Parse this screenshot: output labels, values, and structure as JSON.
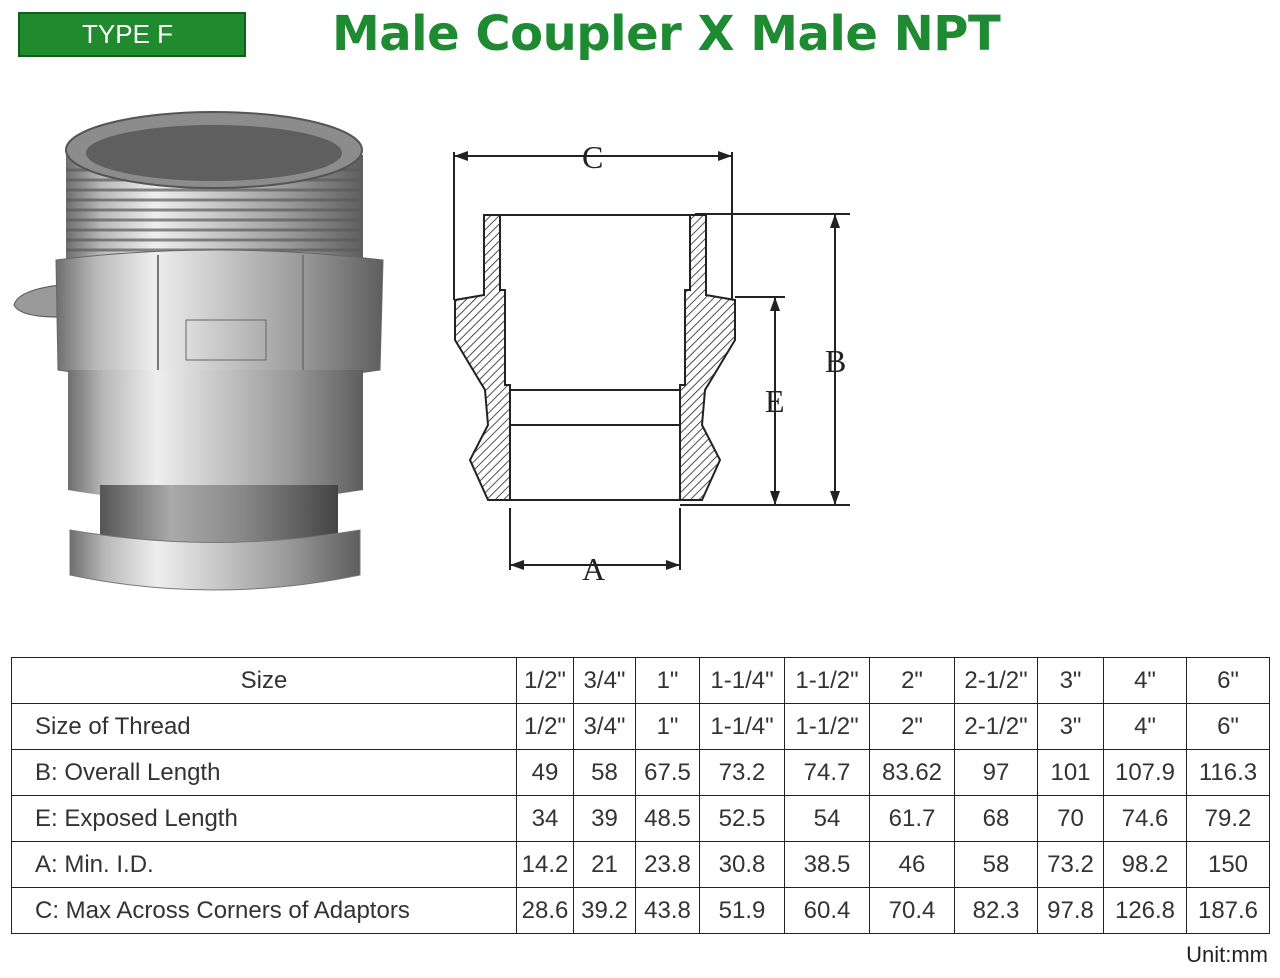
{
  "header": {
    "badge": "TYPE F",
    "title": "Male Coupler X Male NPT"
  },
  "diagram": {
    "labels": {
      "c": "C",
      "b": "B",
      "e": "E",
      "a": "A"
    }
  },
  "table": {
    "rows": [
      {
        "label": "Size",
        "values": [
          "1/2\"",
          "3/4\"",
          "1\"",
          "1-1/4\"",
          "1-1/2\"",
          "2\"",
          "2-1/2\"",
          "3\"",
          "4\"",
          "6\""
        ]
      },
      {
        "label": "Size of Thread",
        "values": [
          "1/2\"",
          "3/4\"",
          "1\"",
          "1-1/4\"",
          "1-1/2\"",
          "2\"",
          "2-1/2\"",
          "3\"",
          "4\"",
          "6\""
        ]
      },
      {
        "label": "B: Overall Length",
        "values": [
          "49",
          "58",
          "67.5",
          "73.2",
          "74.7",
          "83.62",
          "97",
          "101",
          "107.9",
          "116.3"
        ]
      },
      {
        "label": "E: Exposed Length",
        "values": [
          "34",
          "39",
          "48.5",
          "52.5",
          "54",
          "61.7",
          "68",
          "70",
          "74.6",
          "79.2"
        ]
      },
      {
        "label": "A: Min. I.D.",
        "values": [
          "14.2",
          "21",
          "23.8",
          "30.8",
          "38.5",
          "46",
          "58",
          "73.2",
          "98.2",
          "150"
        ]
      },
      {
        "label": "C: Max Across Corners of Adaptors",
        "values": [
          "28.6",
          "39.2",
          "43.8",
          "51.9",
          "60.4",
          "70.4",
          "82.3",
          "97.8",
          "126.8",
          "187.6"
        ]
      }
    ]
  },
  "footer": {
    "unit": "Unit:mm"
  }
}
